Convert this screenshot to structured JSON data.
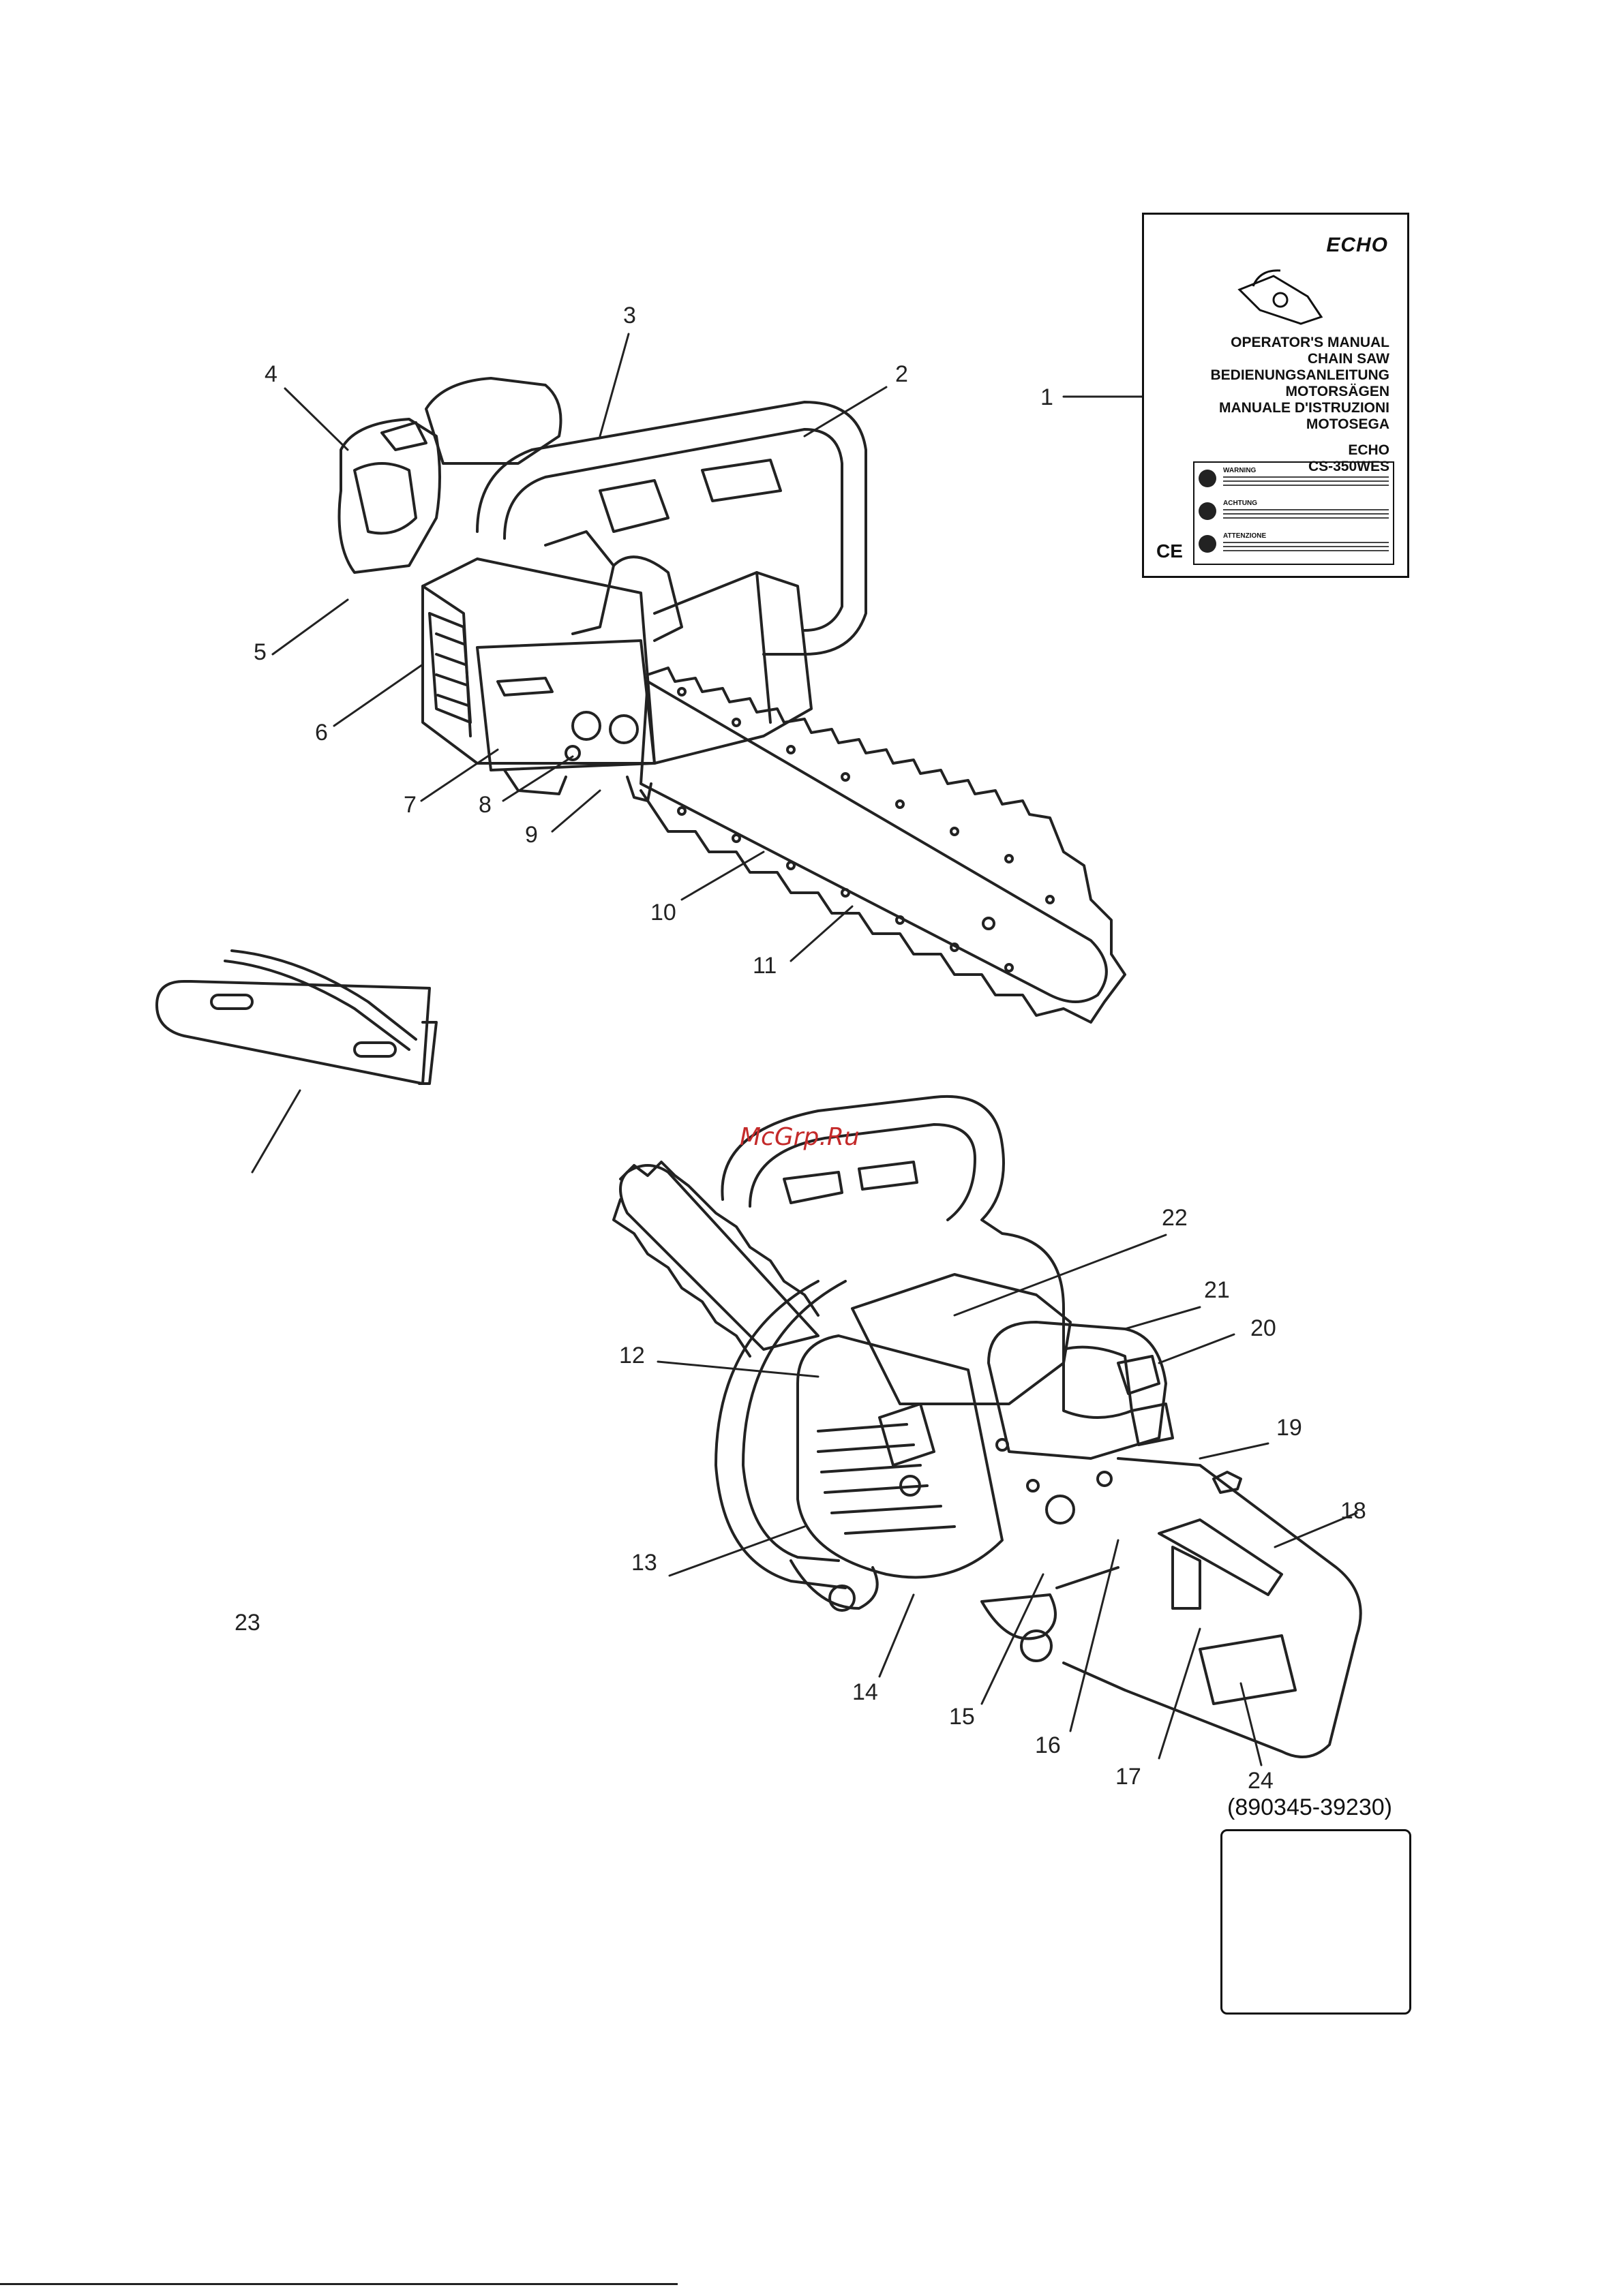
{
  "watermark": "McGrp.Ru",
  "manual_cover": {
    "brand": "ECHO",
    "titles": [
      "OPERATOR'S MANUAL",
      "CHAIN SAW",
      "BEDIENUNGSANLEITUNG",
      "MOTORSÄGEN",
      "MANUALE D'ISTRUZIONI",
      "MOTOSEGA"
    ],
    "model_brand": "ECHO",
    "model": "CS-350WES",
    "warnings": [
      "WARNING",
      "ACHTUNG",
      "ATTENZIONE"
    ],
    "ce_mark": "CE"
  },
  "callouts": {
    "c1": "1",
    "c2": "2",
    "c3": "3",
    "c4": "4",
    "c5": "5",
    "c6": "6",
    "c7": "7",
    "c8": "8",
    "c9": "9",
    "c10": "10",
    "c11": "11",
    "c12": "12",
    "c13": "13",
    "c14": "14",
    "c15": "15",
    "c16": "16",
    "c17": "17",
    "c18": "18",
    "c19": "19",
    "c20": "20",
    "c21": "21",
    "c22": "22",
    "c23": "23",
    "c24": "24"
  },
  "part_number": "(890345-39230)",
  "icons": {
    "warning": "warning-triangle-icon",
    "manual": "read-manual-icon",
    "kickback": "kickback-warning-icon",
    "protection": "head-protection-icon"
  }
}
